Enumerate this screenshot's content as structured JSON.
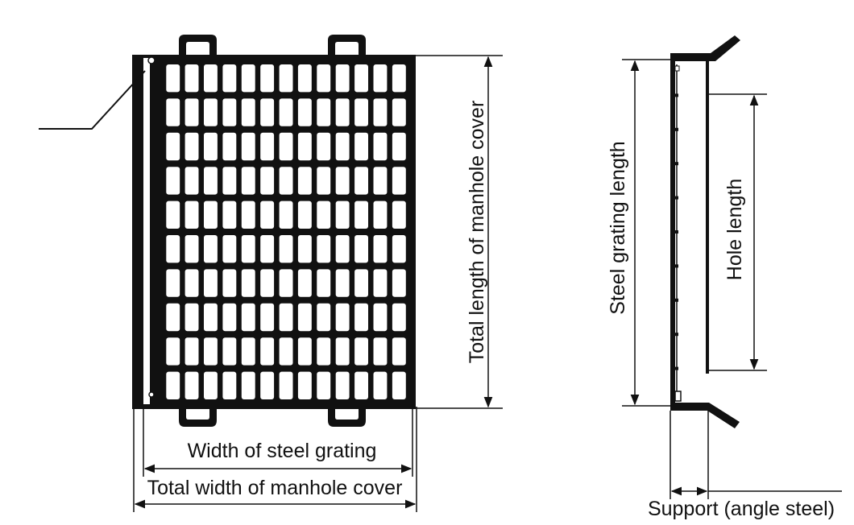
{
  "labels": {
    "total_length": "Total length of manhole cover",
    "grating_width": "Width of steel grating",
    "total_width": "Total width of manhole cover",
    "grating_length": "Steel grating length",
    "hole_length": "Hole length",
    "support": "Support (angle steel)"
  },
  "grid": {
    "columns": 13,
    "rows": 10
  },
  "colors": {
    "ink": "#111111",
    "background": "#ffffff"
  }
}
